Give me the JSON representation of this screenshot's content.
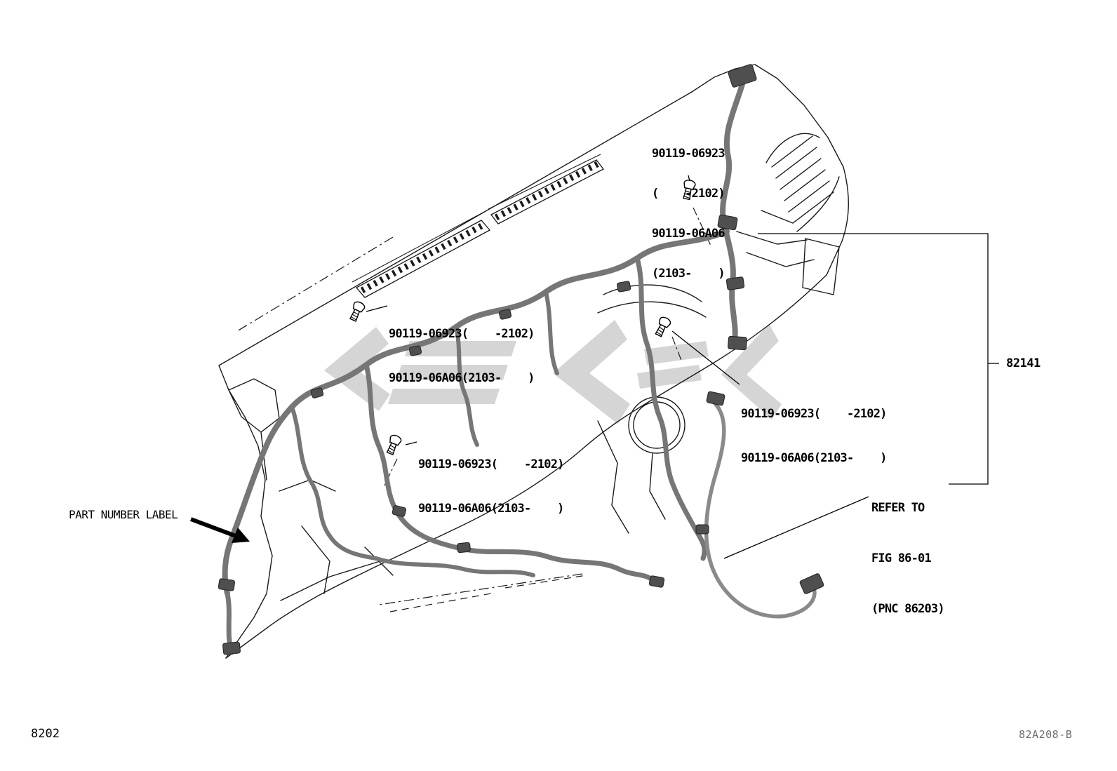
{
  "page": {
    "figure_code": "8202",
    "drawing_code": "82A208-B"
  },
  "diagram": {
    "harness_part_number": "82141",
    "part_number_label": "PART NUMBER LABEL",
    "refer_to": {
      "lines": [
        "REFER TO",
        "FIG 86-01",
        "(PNC 86203)"
      ]
    },
    "callouts": {
      "top": {
        "lines": [
          "90119-06923",
          "(    -2102)",
          "90119-06A06",
          "(2103-    )"
        ]
      },
      "mid_left": {
        "lines": [
          "90119-06923(    -2102)",
          "90119-06A06(2103-    )"
        ]
      },
      "mid_right": {
        "lines": [
          "90119-06923(    -2102)",
          "90119-06A06(2103-    )"
        ]
      },
      "lower": {
        "lines": [
          "90119-06923(    -2102)",
          "90119-06A06(2103-    )"
        ]
      }
    },
    "colors": {
      "line": "#1a1a1a",
      "harness": "#767676",
      "connector": "#4f4f4f",
      "watermark": "#a8a8a8"
    }
  }
}
